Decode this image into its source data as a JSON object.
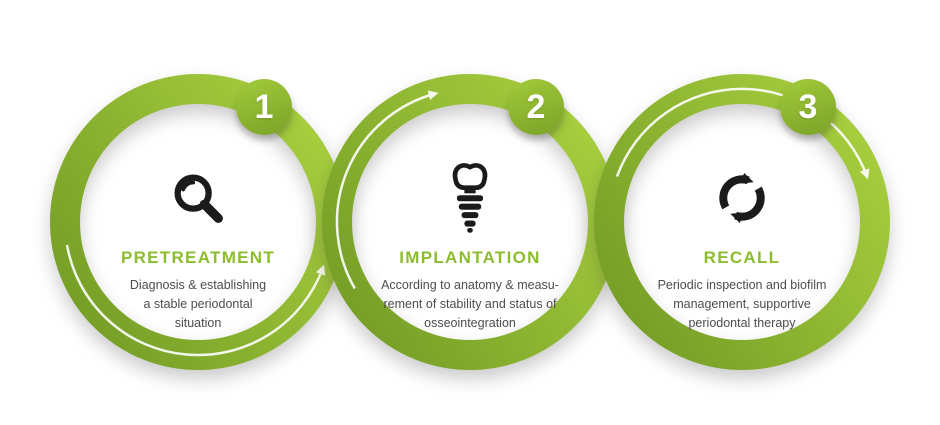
{
  "title": "Implant therapy three-step cycle",
  "colors": {
    "ring_dark": "#749d26",
    "ring_light": "#a8cf3e",
    "badge_top": "#a2cb3a",
    "badge_bottom": "#7ba228",
    "title_green": "#8cbd2e",
    "text_gray": "#4d4d4d",
    "icon_black": "#1b1b1b"
  },
  "steps": [
    {
      "number": "1",
      "title": "PRETREATMENT",
      "icon": "magnifier-icon",
      "description": "Diagnosis & establishing\na stable periodontal\nsituation"
    },
    {
      "number": "2",
      "title": "IMPLANTATION",
      "icon": "implant-icon",
      "description": "According to anatomy & measu-\nrement of stability and status of\nosseointegration"
    },
    {
      "number": "3",
      "title": "RECALL",
      "icon": "recall-icon",
      "description": "Periodic inspection and biofilm\nmanagement, supportive\nperiodontal therapy"
    }
  ]
}
